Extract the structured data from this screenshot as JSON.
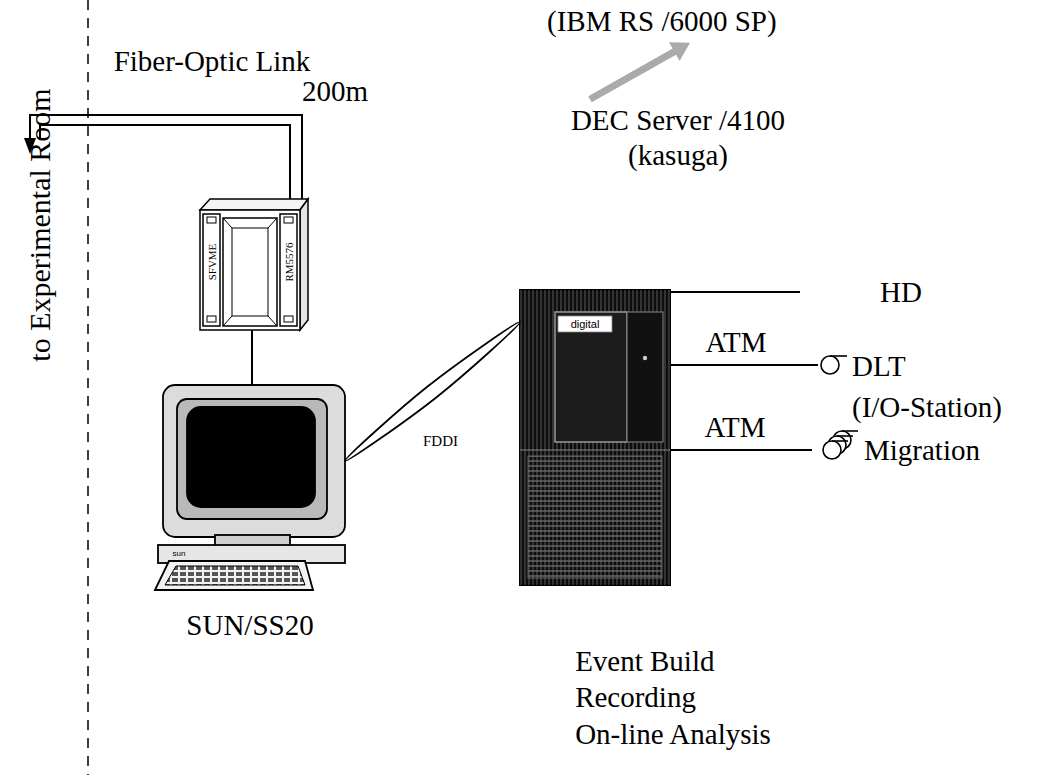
{
  "diagram": {
    "nodes": [
      {
        "text": [
          "(IBM RS /6000 SP)"
        ]
      },
      {
        "text": [
          "SFVME",
          "RM5576"
        ]
      },
      {
        "text": [
          "SUN/SS20"
        ]
      },
      {
        "text": [
          "DEC Server /4100 (kasuga)",
          "Event Build Recording On-line Analysis"
        ]
      },
      {
        "text": [
          "HD"
        ]
      },
      {
        "text": [
          "DLT",
          "(I/O-Station)"
        ]
      },
      {
        "text": [
          "Migration"
        ]
      }
    ],
    "edges": [
      {
        "from": 1,
        "to": 2,
        "arrow": "none"
      },
      {
        "from": 2,
        "to": 3,
        "label": "FDDI",
        "arrow": "none"
      },
      {
        "from": 3,
        "to": 4,
        "arrow": "none"
      },
      {
        "from": 3,
        "to": 5,
        "label": "ATM",
        "arrow": "none"
      },
      {
        "from": 3,
        "to": 6,
        "label": "ATM",
        "arrow": "none"
      },
      {
        "from": 3,
        "to": 0,
        "arrow": "to"
      }
    ],
    "labels": [
      "Fiber-Optic Link",
      "200m",
      "to Experimental Room",
      "digital",
      "sun"
    ]
  }
}
